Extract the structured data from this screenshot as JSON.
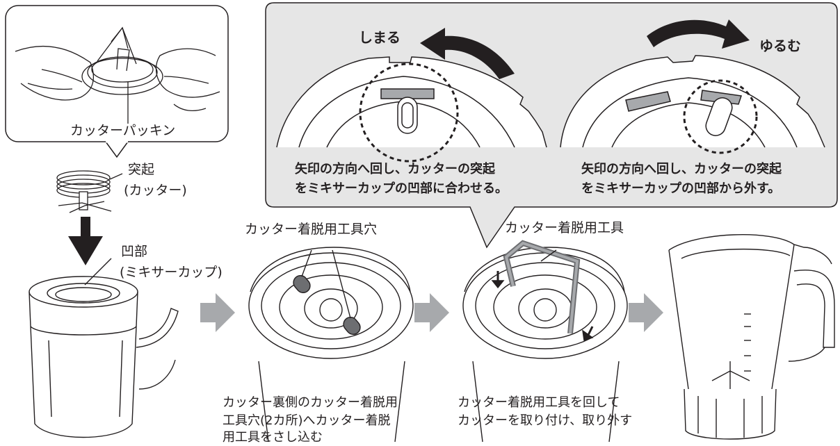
{
  "callout_top_left": {
    "label": "カッターパッキン"
  },
  "cutter_labels": {
    "protrusion": "突起",
    "protrusion_sub": "(カッター)",
    "recess": "凹部",
    "recess_sub": "(ミキサーカップ)"
  },
  "detail_panel": {
    "tighten_label": "しまる",
    "loosen_label": "ゆるむ",
    "left_caption_line1": "矢印の方向へ回し、カッターの突起",
    "left_caption_line2": "をミキサーカップの凹部に合わせる。",
    "right_caption_line1": "矢印の方向へ回し、カッターの突起",
    "right_caption_line2": "をミキサーカップの凹部から外す。"
  },
  "step2": {
    "top_label": "カッター着脱用工具穴",
    "caption_line1": "カッター裏側のカッター着脱用",
    "caption_line2": "工具穴(2カ所)へカッター着脱",
    "caption_line3": "用工具をさし込む"
  },
  "step3": {
    "top_label": "カッター着脱用工具",
    "caption_line1": "カッター着脱用工具を回して",
    "caption_line2": "カッターを取り付け、取り外す"
  },
  "colors": {
    "panel_bg": "#e6e6e6",
    "step_arrow": "#a7a9ac",
    "line": "#231f20",
    "dark_arrow": "#231f20"
  }
}
